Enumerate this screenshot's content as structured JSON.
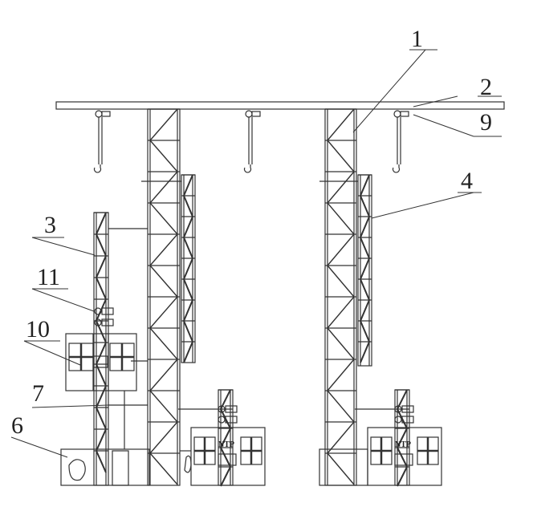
{
  "labels": {
    "l1": "1",
    "l2": "2",
    "l3": "3",
    "l4": "4",
    "l6": "6",
    "l7": "7",
    "l9": "9",
    "l10": "10",
    "l11": "11"
  },
  "cage_marking": "NTP",
  "colors": {
    "line": "#333333",
    "background": "#ffffff"
  }
}
